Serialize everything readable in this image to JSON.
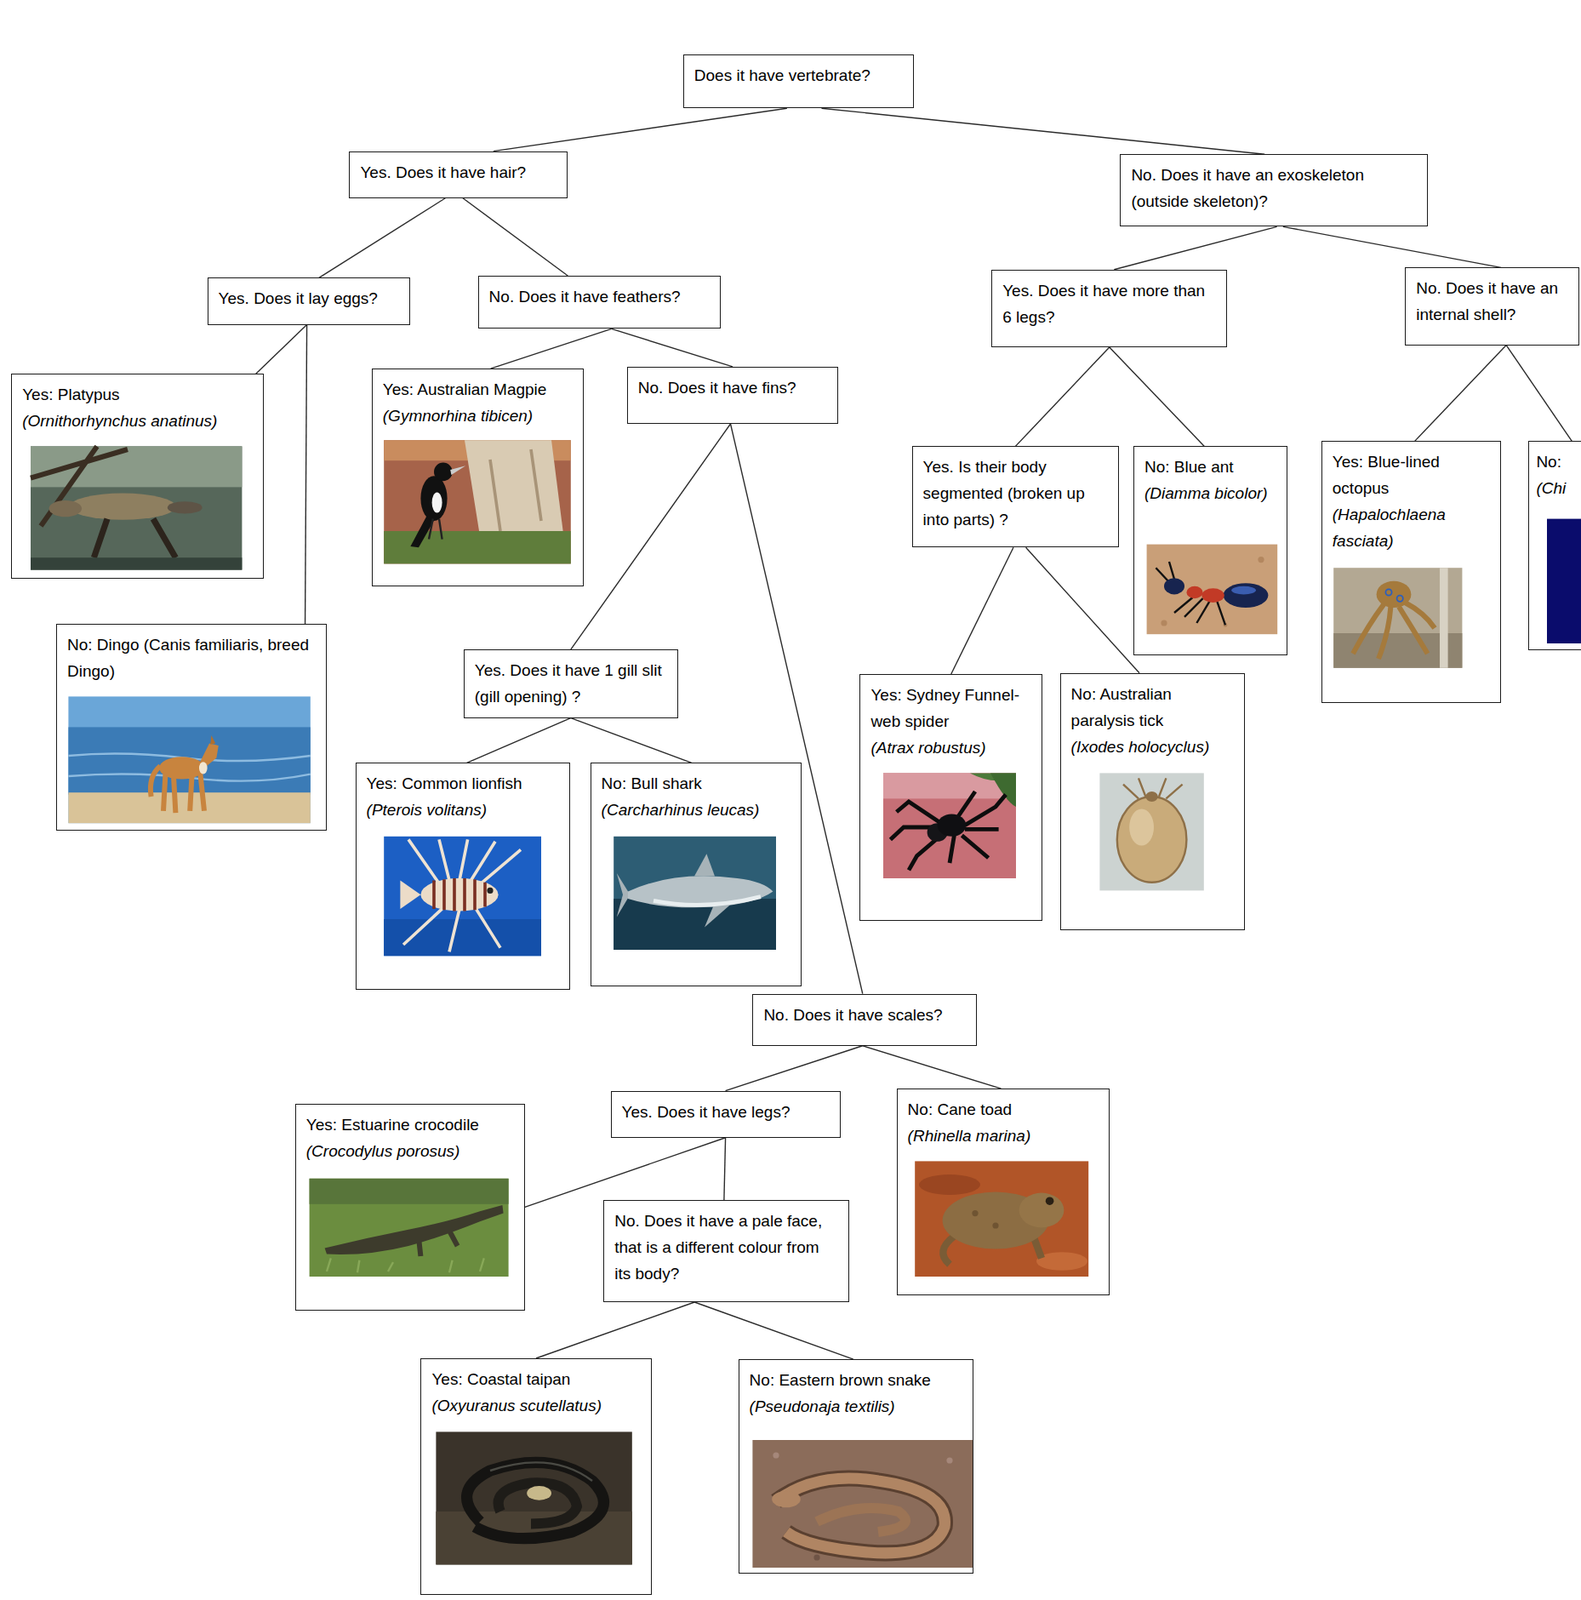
{
  "diagram": {
    "nodes": [
      {
        "text": [
          "Does it have vertebrate?"
        ]
      },
      {
        "text": [
          "Yes. Does it have hair?"
        ]
      },
      {
        "text": [
          "No. Does it have an exoskeleton (outside skeleton)?"
        ]
      },
      {
        "text": [
          "Yes. Does it lay eggs?"
        ]
      },
      {
        "text": [
          "No. Does it have feathers?"
        ]
      },
      {
        "text": [
          "Yes. Does it have more than 6 legs?"
        ]
      },
      {
        "text": [
          "No. Does it have an internal shell?"
        ]
      },
      {
        "text": [
          "Yes: Platypus",
          "(Ornithorhynchus anatinus)"
        ]
      },
      {
        "text": [
          "Yes: Australian Magpie",
          "(Gymnorhina tibicen)"
        ]
      },
      {
        "text": [
          "No. Does it have fins?"
        ]
      },
      {
        "text": [
          "Yes. Is their body segmented (broken up into parts) ?"
        ]
      },
      {
        "text": [
          "No: Blue ant",
          "(Diamma bicolor)"
        ]
      },
      {
        "text": [
          "Yes: Blue-lined octopus",
          "(Hapalochlaena fasciata)"
        ]
      },
      {
        "text": [
          "No:",
          "(Chi"
        ]
      },
      {
        "text": [
          "No: Dingo (Canis familiaris, breed Dingo)"
        ]
      },
      {
        "text": [
          "Yes. Does it have 1 gill slit (gill opening) ?"
        ]
      },
      {
        "text": [
          "Yes: Sydney Funnel-web spider",
          "(Atrax robustus)"
        ]
      },
      {
        "text": [
          "No: Australian paralysis tick",
          "(Ixodes holocyclus)"
        ]
      },
      {
        "text": [
          "Yes: Common lionfish",
          "(Pterois volitans)"
        ]
      },
      {
        "text": [
          "No: Bull shark",
          "(Carcharhinus leucas)"
        ]
      },
      {
        "text": [
          "No. Does it have scales?"
        ]
      },
      {
        "text": [
          "Yes. Does it have legs?"
        ]
      },
      {
        "text": [
          "No: Cane toad",
          "(Rhinella marina)"
        ]
      },
      {
        "text": [
          "Yes: Estuarine crocodile",
          "(Crocodylus porosus)"
        ]
      },
      {
        "text": [
          "No. Does it have a pale face, that is a different colour from its body?"
        ]
      },
      {
        "text": [
          "Yes: Coastal taipan",
          "(Oxyuranus scutellatus)"
        ]
      },
      {
        "text": [
          "No: Eastern brown snake",
          "(Pseudonaja textilis)"
        ]
      }
    ],
    "edges": [
      {
        "from": 0,
        "to": 1,
        "arrow": "none"
      },
      {
        "from": 0,
        "to": 2,
        "arrow": "none"
      },
      {
        "from": 1,
        "to": 3,
        "arrow": "none"
      },
      {
        "from": 1,
        "to": 4,
        "arrow": "none"
      },
      {
        "from": 2,
        "to": 5,
        "arrow": "none"
      },
      {
        "from": 2,
        "to": 6,
        "arrow": "none"
      },
      {
        "from": 3,
        "to": 7,
        "arrow": "none"
      },
      {
        "from": 3,
        "to": 14,
        "arrow": "none"
      },
      {
        "from": 4,
        "to": 8,
        "arrow": "none"
      },
      {
        "from": 4,
        "to": 9,
        "arrow": "none"
      },
      {
        "from": 5,
        "to": 10,
        "arrow": "none"
      },
      {
        "from": 5,
        "to": 11,
        "arrow": "none"
      },
      {
        "from": 6,
        "to": 12,
        "arrow": "none"
      },
      {
        "from": 6,
        "to": 13,
        "arrow": "none"
      },
      {
        "from": 9,
        "to": 15,
        "arrow": "none"
      },
      {
        "from": 9,
        "to": 20,
        "arrow": "none"
      },
      {
        "from": 10,
        "to": 16,
        "arrow": "none"
      },
      {
        "from": 10,
        "to": 17,
        "arrow": "none"
      },
      {
        "from": 15,
        "to": 18,
        "arrow": "none"
      },
      {
        "from": 15,
        "to": 19,
        "arrow": "none"
      },
      {
        "from": 20,
        "to": 21,
        "arrow": "none"
      },
      {
        "from": 20,
        "to": 22,
        "arrow": "none"
      },
      {
        "from": 21,
        "to": 23,
        "arrow": "none"
      },
      {
        "from": 21,
        "to": 24,
        "arrow": "none"
      },
      {
        "from": 24,
        "to": 25,
        "arrow": "none"
      },
      {
        "from": 24,
        "to": 26,
        "arrow": "none"
      }
    ]
  }
}
